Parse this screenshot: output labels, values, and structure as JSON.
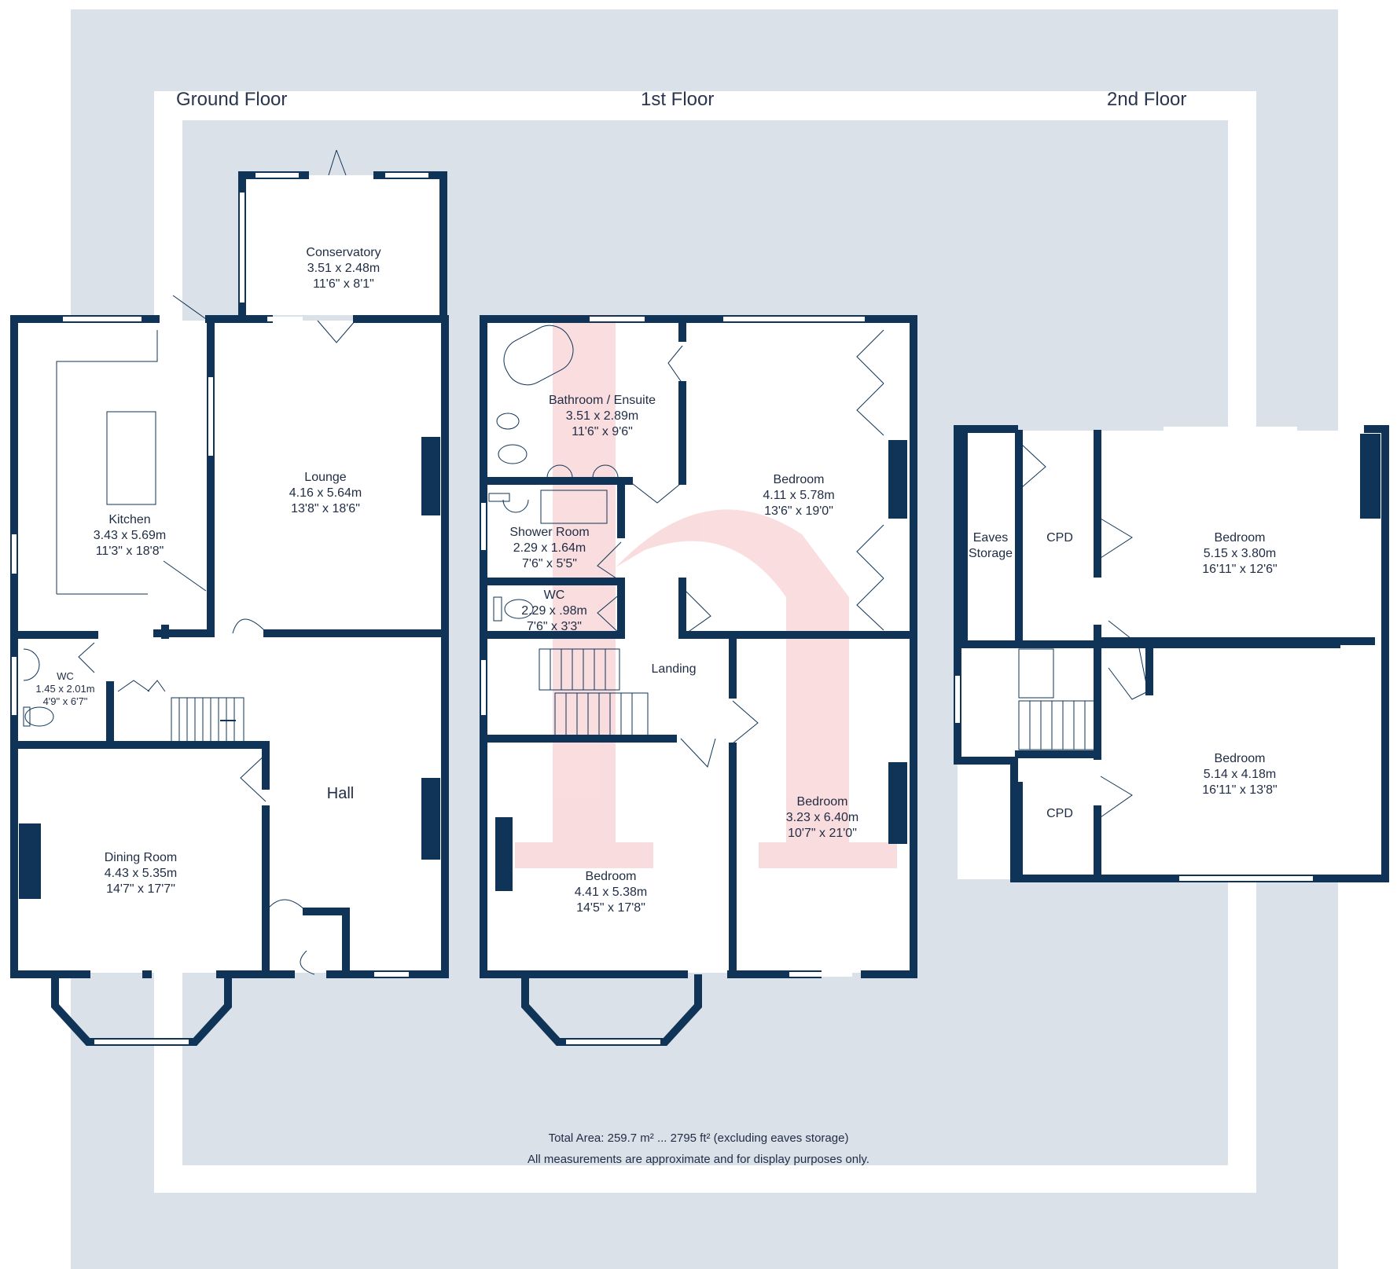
{
  "floors": [
    {
      "label": "Ground Floor"
    },
    {
      "label": "1st Floor"
    },
    {
      "label": "2nd Floor"
    }
  ],
  "rooms": [
    {
      "name": "Conservatory",
      "metric": "3.51 x 2.48m",
      "imperial": "11'6\" x 8'1\""
    },
    {
      "name": "Lounge",
      "metric": "4.16 x 5.64m",
      "imperial": "13'8\" x 18'6\""
    },
    {
      "name": "Kitchen",
      "metric": "3.43 x 5.69m",
      "imperial": "11'3\" x 18'8\""
    },
    {
      "name": "WC",
      "metric": "1.45 x 2.01m",
      "imperial": "4'9\" x 6'7\""
    },
    {
      "name": "Hall"
    },
    {
      "name": "Dining Room",
      "metric": "4.43 x 5.35m",
      "imperial": "14'7\" x 17'7\""
    },
    {
      "name": "Bathroom / Ensuite",
      "metric": "3.51 x 2.89m",
      "imperial": "11'6\" x 9'6\""
    },
    {
      "name": "Shower Room",
      "metric": "2.29 x 1.64m",
      "imperial": "7'6\" x 5'5\""
    },
    {
      "name": "WC",
      "metric": "2.29 x .98m",
      "imperial": "7'6\" x 3'3\""
    },
    {
      "name": "Landing"
    },
    {
      "name": "Bedroom",
      "metric": "4.11 x 5.78m",
      "imperial": "13'6\" x 19'0\""
    },
    {
      "name": "Bedroom",
      "metric": "3.23 x 6.40m",
      "imperial": "10'7\" x 21'0\""
    },
    {
      "name": "Bedroom",
      "metric": "4.41 x 5.38m",
      "imperial": "14'5\" x 17'8\""
    },
    {
      "name": "Eaves",
      "name2": "Storage"
    },
    {
      "name": "CPD"
    },
    {
      "name": "Bedroom",
      "metric": "5.15 x 3.80m",
      "imperial": "16'11\" x 12'6\""
    },
    {
      "name": "CPD"
    },
    {
      "name": "Bedroom",
      "metric": "5.14 x 4.18m",
      "imperial": "16'11\" x 13'8\""
    }
  ],
  "footer": {
    "area": "Total Area: 259.7 m² ... 2795 ft² (excluding eaves storage)",
    "disclaimer": "All measurements are approximate and for display purposes only."
  },
  "colors": {
    "wall": "#0f3457",
    "frame": "#dbe1e9",
    "floor": "#dbe1e9",
    "paper": "#ffffff",
    "watermark": "#f9d7d9"
  }
}
